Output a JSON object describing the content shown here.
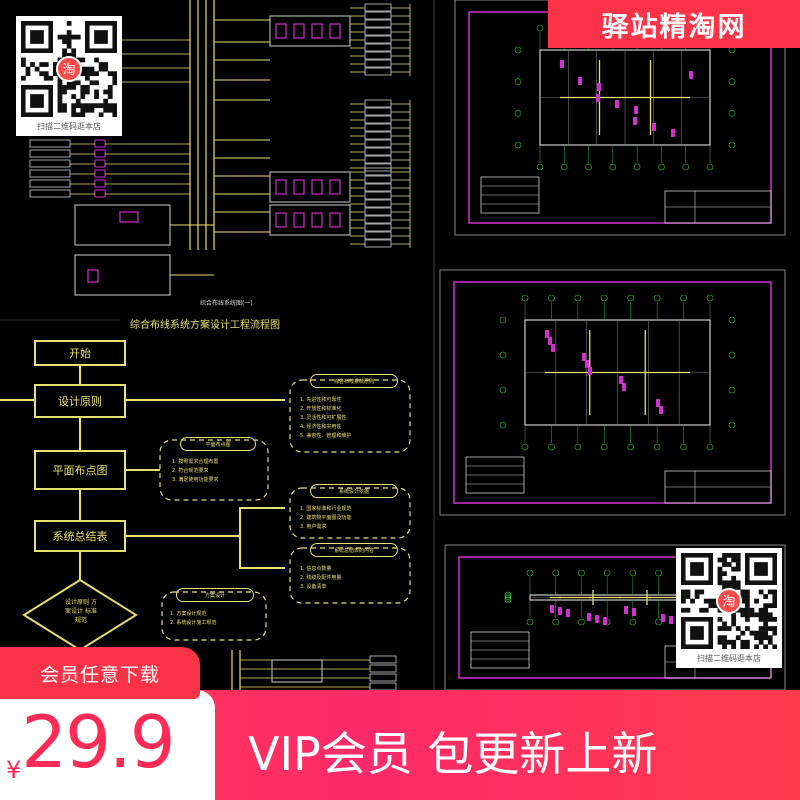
{
  "brand": {
    "store_name": "驿站精淘网",
    "accent_color": "#ff3348"
  },
  "flowchart": {
    "title": "综合布线系统方案设计工程流程图",
    "sheet_title": "综合布线系统图(一)",
    "steps": [
      "开始",
      "设计原则",
      "平面布点图",
      "系统总结表",
      "设计原则 方案设计 标准规范"
    ],
    "notes": [
      {
        "heading": "综合布线系统原则",
        "items": [
          "1. 先进性和可靠性",
          "2. 开放性和标准化",
          "3. 灵活性和可扩展性",
          "4. 经济性和实用性",
          "5. 兼容性、管理和维护"
        ]
      },
      {
        "heading": "平面布点图",
        "items": [
          "1. 按照需求合理布置",
          "2. 符合规范要求",
          "3. 满足使用功能要求"
        ]
      },
      {
        "heading": "系统设计依据",
        "items": [
          "1. 国家标准和行业规范",
          "2. 建筑物平面图及功能",
          "3. 用户需求"
        ]
      },
      {
        "heading": "系统总结表的内容",
        "items": [
          "1. 信息点数量",
          "2. 线缆及配件用量",
          "3. 设备清单"
        ]
      },
      {
        "heading": "方案设计",
        "items": [
          "1. 方案设计规范",
          "2. 系统设计施工规范"
        ]
      }
    ]
  },
  "qr_cards": [
    {
      "caption": "扫描二维码逛本店",
      "badge": "淘"
    },
    {
      "caption": "扫描二维码逛本店",
      "badge": "淘"
    }
  ],
  "promo": {
    "member_tag": "会员任意下载",
    "price_symbol": "¥",
    "price": "29.9",
    "slogan": "VIP会员 包更新上新"
  }
}
